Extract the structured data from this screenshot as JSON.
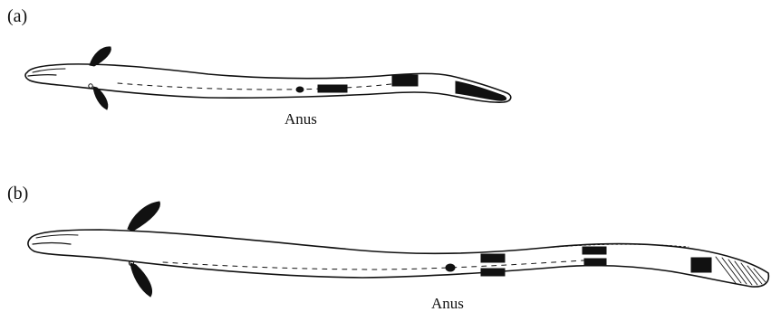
{
  "panels": [
    {
      "label": "(a)",
      "callout": "Anus"
    },
    {
      "label": "(b)",
      "callout": "Anus"
    }
  ],
  "colors": {
    "ink": "#111111",
    "body_fill": "#ffffff"
  }
}
